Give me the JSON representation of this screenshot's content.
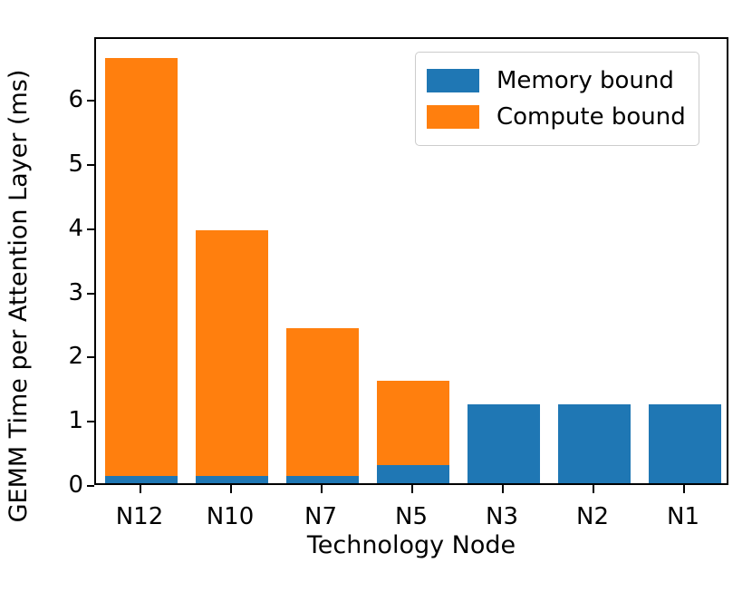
{
  "chart_data": {
    "type": "bar",
    "subtype": "stacked",
    "title": "",
    "xlabel": "Technology Node",
    "ylabel": "GEMM Time per Attention Layer (ms)",
    "categories": [
      "N12",
      "N10",
      "N7",
      "N5",
      "N3",
      "N2",
      "N1"
    ],
    "series": [
      {
        "name": "Memory bound",
        "color": "#1f77b4",
        "values": [
          0.11,
          0.11,
          0.11,
          0.28,
          1.23,
          1.23,
          1.23
        ]
      },
      {
        "name": "Compute bound",
        "color": "#ff7f0e",
        "values": [
          6.52,
          3.83,
          2.3,
          1.32,
          0.0,
          0.0,
          0.0
        ]
      }
    ],
    "totals": [
      6.63,
      3.94,
      2.41,
      1.6,
      1.23,
      1.23,
      1.23
    ],
    "ylim": [
      0,
      6.98
    ],
    "yticks": [
      0,
      1,
      2,
      3,
      4,
      5,
      6
    ],
    "ytick_labels": [
      "0",
      "1",
      "2",
      "3",
      "4",
      "5",
      "6"
    ],
    "grid": false,
    "legend": {
      "position": "upper right",
      "entries": [
        {
          "label": "Memory bound",
          "color": "#1f77b4"
        },
        {
          "label": "Compute bound",
          "color": "#ff7f0e"
        }
      ]
    },
    "bar_width_fraction": 0.8
  }
}
